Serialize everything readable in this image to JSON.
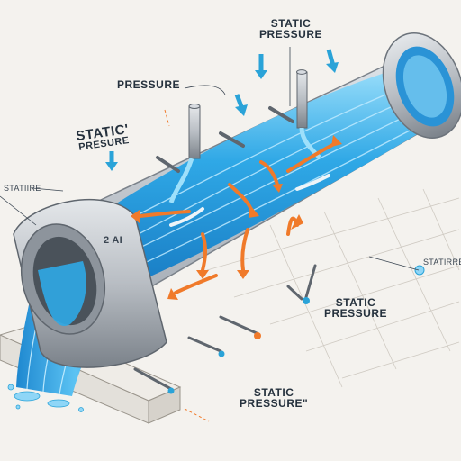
{
  "labels": {
    "static_pressure_top": [
      "STATIC",
      "PRESSURE"
    ],
    "pressure": "PRESSURE",
    "static_pressure_left": [
      "STATIC'",
      "PRESURE"
    ],
    "statiire": "STATIIRE",
    "statirre": "STATIRRE",
    "static_pressure_right": [
      "STATIC",
      "PRESSURE"
    ],
    "static_pressure_bottom": [
      "STATIC",
      "PRESSURE\""
    ],
    "pipe_mark": "2  AI"
  },
  "colors": {
    "background": "#f4f2ee",
    "pipe_metal": "#b8bdc3",
    "pipe_metal_dark": "#7b828a",
    "water": "#2fa8e6",
    "water_light": "#8fd6f7",
    "arrow_orange": "#f07a2a",
    "arrow_blue": "#2aa3d8",
    "ink": "#25313d"
  },
  "icons": {
    "flow_arrow": "curved-arrow-icon",
    "pressure_arrow": "down-arrow-icon"
  }
}
